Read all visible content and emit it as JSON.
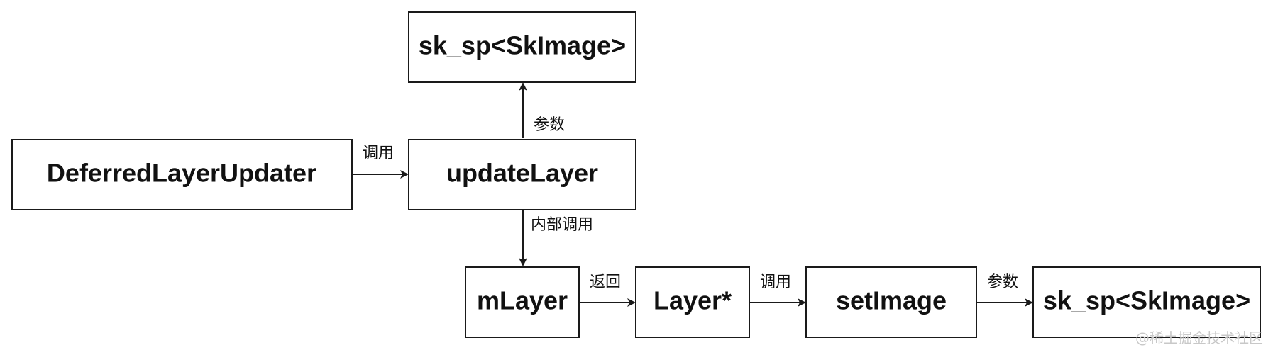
{
  "nodes": {
    "skimage_top": "sk_sp<SkImage>",
    "deferred": "DeferredLayerUpdater",
    "update_layer": "updateLayer",
    "mlayer": "mLayer",
    "layer_ptr": "Layer*",
    "set_image": "setImage",
    "skimage_bottom": "sk_sp<SkImage>"
  },
  "edges": {
    "update_to_skimage": "参数",
    "deferred_to_update": "调用",
    "update_to_mlayer": "内部调用",
    "mlayer_to_layer": "返回",
    "layer_to_setimage": "调用",
    "setimage_to_skimage": "参数"
  },
  "watermark": "@稀土掘金技术社区",
  "colors": {
    "stroke": "#1a1a1a",
    "text": "#111111",
    "background": "#ffffff",
    "watermark": "#c8c8c8"
  }
}
